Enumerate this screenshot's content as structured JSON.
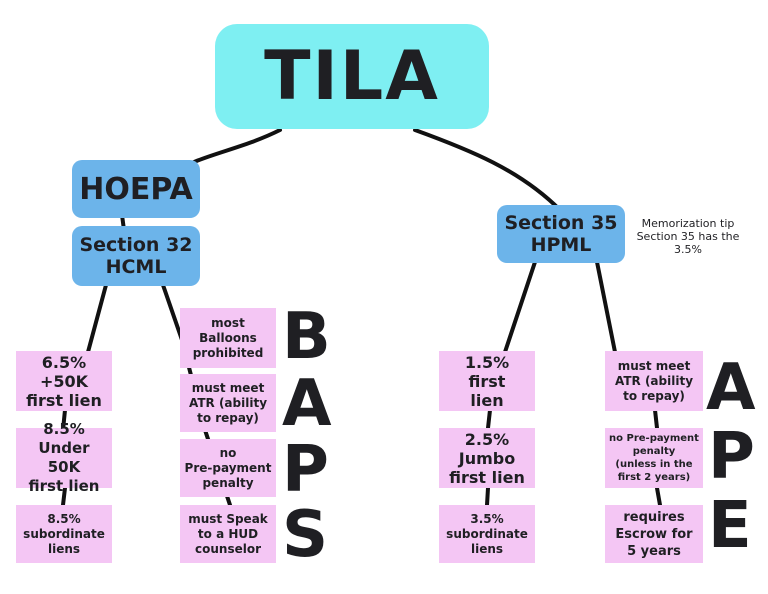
{
  "root": {
    "title": "TILA"
  },
  "left_branch": {
    "heading": "HOEPA",
    "section": "Section 32\nHCML",
    "rates": [
      "6.5%\n+50K\nfirst lien",
      "8.5%\nUnder 50K\nfirst lien",
      "8.5%\nsubordinate\nliens"
    ],
    "rules": [
      "most\nBalloons\nprohibited",
      "must meet\nATR (ability\nto repay)",
      "no\nPre-payment\npenalty",
      "must Speak\nto a HUD\ncounselor"
    ],
    "mnemonic": [
      "B",
      "A",
      "P",
      "S"
    ]
  },
  "right_branch": {
    "section": "Section 35\nHPML",
    "tip": "Memorization tip\nSection 35 has the\n3.5%",
    "rates": [
      "1.5%\nfirst\nlien",
      "2.5%\nJumbo\nfirst lien",
      "3.5%\nsubordinate\nliens"
    ],
    "rules": [
      "must meet\nATR (ability\nto repay)",
      "no Pre-payment\npenalty\n(unless in the\nfirst 2 years)",
      "requires\nEscrow for\n5 years"
    ],
    "mnemonic": [
      "A",
      "P",
      "E"
    ]
  },
  "colors": {
    "title_bg": "#7eeff2",
    "section_bg": "#6cb4ea",
    "card_bg": "#f4c6f4",
    "text": "#1f1f23"
  }
}
